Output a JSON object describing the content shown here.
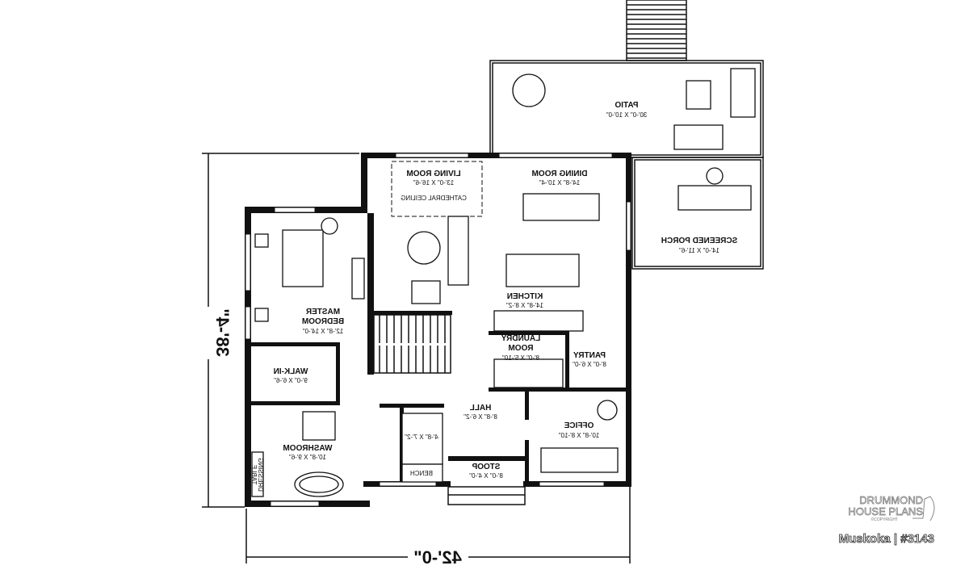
{
  "dimensions": {
    "depth": "38'-4\"",
    "width": "42'-0\""
  },
  "rooms": {
    "living": {
      "name": "LIVING ROOM",
      "size": "13'-0\" X 16'-6\"",
      "note": "CATHEDRAL CEILING"
    },
    "dining": {
      "name": "DINING ROOM",
      "size": "14'-8\" X 10'-4\""
    },
    "kitchen": {
      "name": "KITCHEN",
      "size": "14'-8\" X 8'-2\""
    },
    "master": {
      "name1": "MASTER",
      "name2": "BEDROOM",
      "size": "12'-8\" X 14'-0\""
    },
    "walkin": {
      "name": "WALK-IN",
      "size": "9'-0\" X 6'-6\""
    },
    "washroom": {
      "name": "WASHROOM",
      "size": "10'-8\" X 9'-6\""
    },
    "dressing": {
      "line1": "DRESSING",
      "line2": "TABLE"
    },
    "laundry": {
      "name1": "LAUNDRY",
      "name2": "ROOM",
      "size": "8'-0\" X 5'-10\""
    },
    "pantry": {
      "name": "PANTRY",
      "size": "8'-0\" X 6'-0\""
    },
    "hall": {
      "name": "HALL",
      "size": "8'-8\" X 6'-2\""
    },
    "office": {
      "name": "OFFICE",
      "size": "10'-8\" X 8'-10\""
    },
    "stoop": {
      "name": "STOOP",
      "size": "8'-0\" X 4'-0\""
    },
    "closet": {
      "size": "4'-8\" X 7'-2\"",
      "bench": "BENCH"
    },
    "patio": {
      "name": "PATIO",
      "size": "30'-0\" X 10'-0\""
    },
    "porch": {
      "name": "SCREENED PORCH",
      "size": "14'-0\" X 11'-6\""
    }
  },
  "branding": {
    "line1": "DRUMMOND",
    "line2": "HOUSE PLANS",
    "copyright": "©COPYRIGHT",
    "plan": "Muskoka | #3143"
  }
}
